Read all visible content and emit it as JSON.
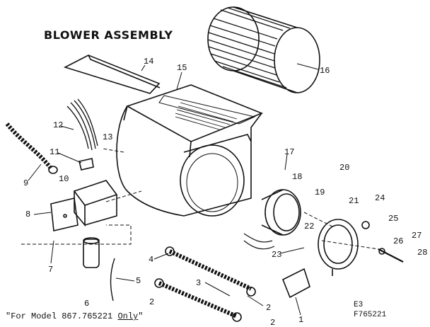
{
  "title": "BLOWER ASSEMBLY",
  "footer": {
    "prefix": "\"For Model 867.765221 ",
    "emph": "Only",
    "suffix": "\""
  },
  "codes": {
    "line1": "E3",
    "line2": "F765221"
  },
  "callouts": [
    "1",
    "2",
    "3",
    "4",
    "5",
    "6",
    "7",
    "8",
    "9",
    "10",
    "11",
    "12",
    "13",
    "14",
    "15",
    "16",
    "17",
    "18",
    "19",
    "20",
    "21",
    "22",
    "23",
    "24",
    "25",
    "26",
    "27",
    "28"
  ]
}
